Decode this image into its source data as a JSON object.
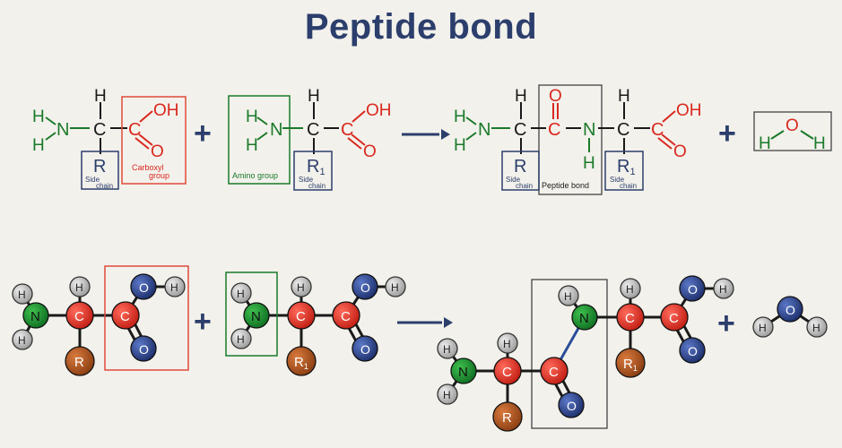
{
  "title": "Peptide bond",
  "labels": {
    "side_chain_1": "Side",
    "side_chain_2": "chain",
    "carboxyl_1": "Carboxyl",
    "carboxyl_2": "group",
    "amino_group": "Amino group",
    "peptide_bond": "Peptide bond"
  },
  "atoms": {
    "H": "H",
    "N": "N",
    "C": "C",
    "O": "O",
    "OH": "OH",
    "R": "R",
    "R1": "R",
    "sub1": "1"
  },
  "symbols": {
    "plus": "+"
  },
  "colors": {
    "nitrogen": "#1a7a2a",
    "carbon_red": "#d9281e",
    "oxygen": "#2c3e6b",
    "side_chain": "#9a4a1e",
    "hydrogen": "#b9b9b9",
    "title": "#2c3e6b"
  }
}
